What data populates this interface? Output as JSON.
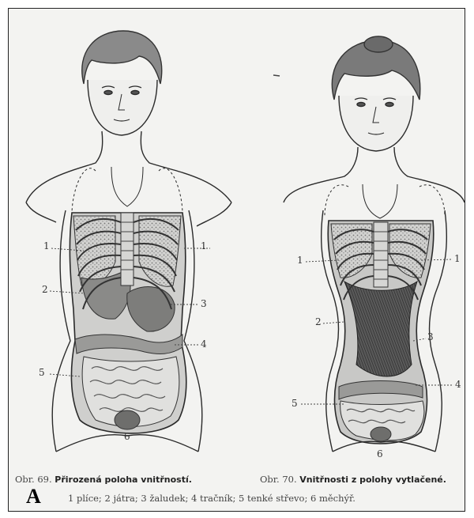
{
  "figure_left": {
    "number_prefix": "Obr. 69.",
    "title": "Přirozená poloha vnitřností.",
    "labels": {
      "l1": "1",
      "r1": "1",
      "l2": "2",
      "r3": "3",
      "r4": "4",
      "l5": "5",
      "b6": "6"
    }
  },
  "figure_right": {
    "number_prefix": "Obr. 70.",
    "title": "Vnitřnosti z polohy vytlačené.",
    "labels": {
      "l1": "1",
      "r1": "1",
      "l2": "2",
      "r3": "3",
      "r4": "4",
      "l5": "5",
      "b6": "6"
    }
  },
  "legend": "1 plíce; 2 játra; 3 žaludek; 4 tračník; 5 tenké střevo; 6 měchýř.",
  "panel_letter": "A",
  "colors": {
    "ink": "#2a2a2a",
    "paper": "#f3f3f1",
    "shade": "#6a6a6a",
    "dark": "#3a3a3a"
  }
}
